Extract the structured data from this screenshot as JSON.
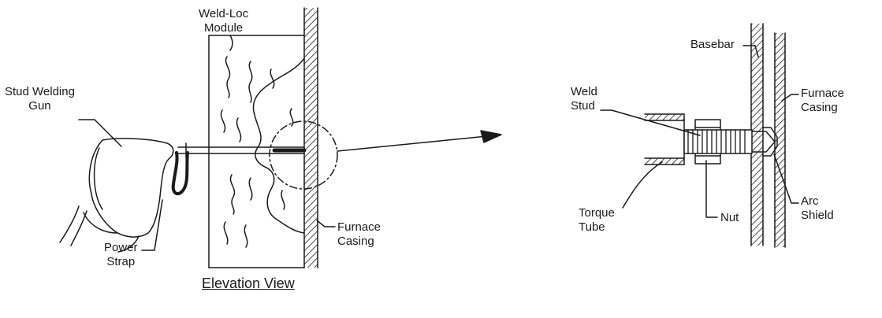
{
  "elevation": {
    "caption": "Elevation View",
    "labels": {
      "module": [
        "Weld-Loc",
        "Module"
      ],
      "gun": [
        "Stud Welding",
        "Gun"
      ],
      "strap": [
        "Power",
        "Strap"
      ],
      "casing": [
        "Furnace",
        "Casing"
      ]
    }
  },
  "detail": {
    "labels": {
      "basebar": "Basebar",
      "casing": [
        "Furnace",
        "Casing"
      ],
      "stud": [
        "Weld",
        "Stud"
      ],
      "tube": [
        "Torque",
        "Tube"
      ],
      "nut": "Nut",
      "shield": [
        "Arc",
        "Shield"
      ]
    }
  },
  "colors": {
    "line": "#1a1a1a",
    "background": "#ffffff"
  }
}
